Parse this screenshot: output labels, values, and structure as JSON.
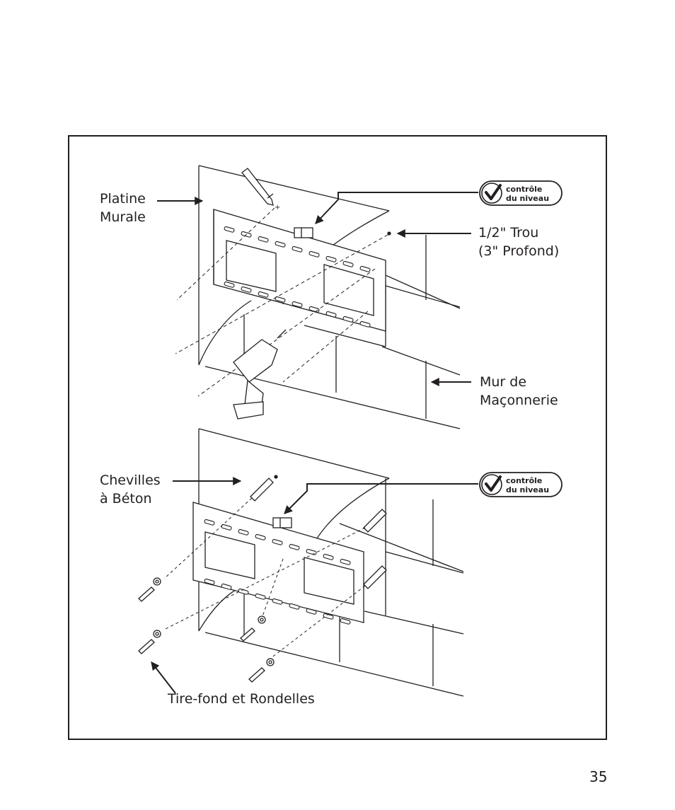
{
  "labels": {
    "wall_plate": "Platine\nMurale",
    "hole": "1/2\" Trou\n(3\" Profond)",
    "masonry_wall": "Mur de\nMaçonnerie",
    "anchors": "Chevilles\nà Béton",
    "lag_bolts": "Tire-fond et Rondelles"
  },
  "badges": {
    "top": {
      "line1": "contrôle",
      "line2": "du niveau"
    },
    "bottom": {
      "line1": "contrôle",
      "line2": "du niveau"
    }
  },
  "icons": [
    "checkmark-icon",
    "pencil-icon",
    "drill-icon",
    "level-icon",
    "arrow-icon"
  ],
  "page_number": "35"
}
